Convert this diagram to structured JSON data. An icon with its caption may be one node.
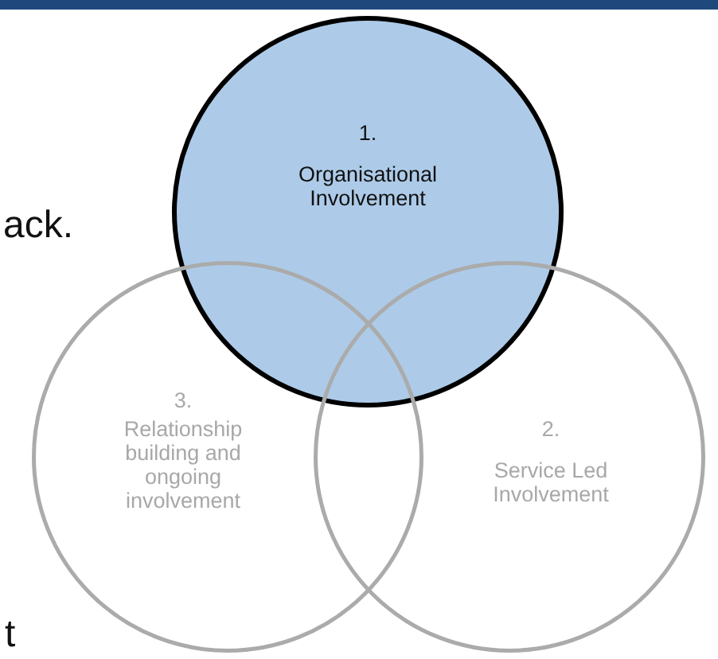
{
  "diagram": {
    "nodes": [
      {
        "text": [
          "1.",
          "Organisational Involvement"
        ]
      },
      {
        "text": [
          "3.",
          "Relationship building and ongoing involvement"
        ]
      },
      {
        "text": [
          "2.",
          "Service Led Involvement"
        ]
      }
    ],
    "labels": [
      "ack.",
      "t"
    ]
  }
}
